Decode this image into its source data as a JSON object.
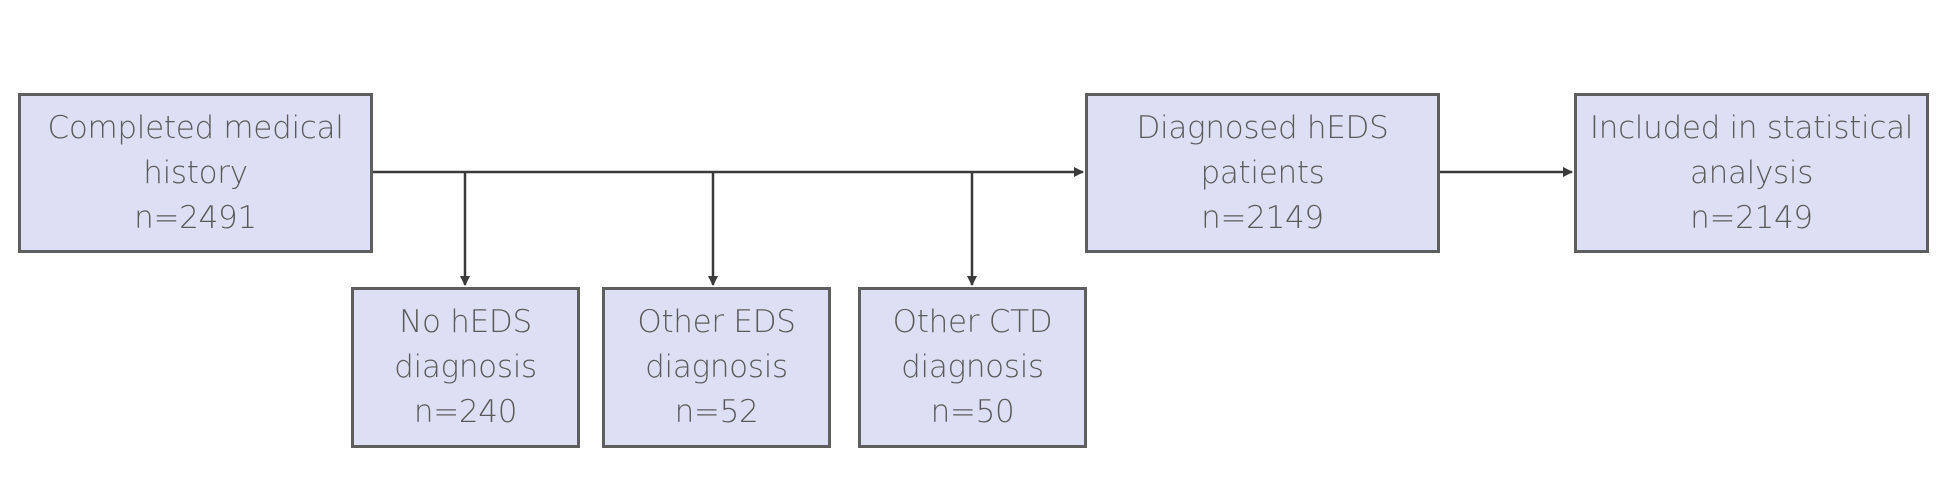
{
  "boxes": {
    "completed_history": {
      "line1": "Completed medical",
      "line2": "history",
      "count": "n=2491"
    },
    "diagnosed_heds": {
      "line1": "Diagnosed hEDS",
      "line2": "patients",
      "count": "n=2149"
    },
    "included_analysis": {
      "line1": "Included in statistical",
      "line2": "analysis",
      "count": "n=2149"
    },
    "no_heds": {
      "line1": "No hEDS",
      "line2": "diagnosis",
      "count": "n=240"
    },
    "other_eds": {
      "line1": "Other EDS",
      "line2": "diagnosis",
      "count": "n=52"
    },
    "other_ctd": {
      "line1": "Other CTD",
      "line2": "diagnosis",
      "count": "n=50"
    }
  },
  "colors": {
    "box_fill": "#dde0f4",
    "box_border": "#5e5e5e",
    "text": "#5a5a5a",
    "connector": "#3a3a3a"
  }
}
